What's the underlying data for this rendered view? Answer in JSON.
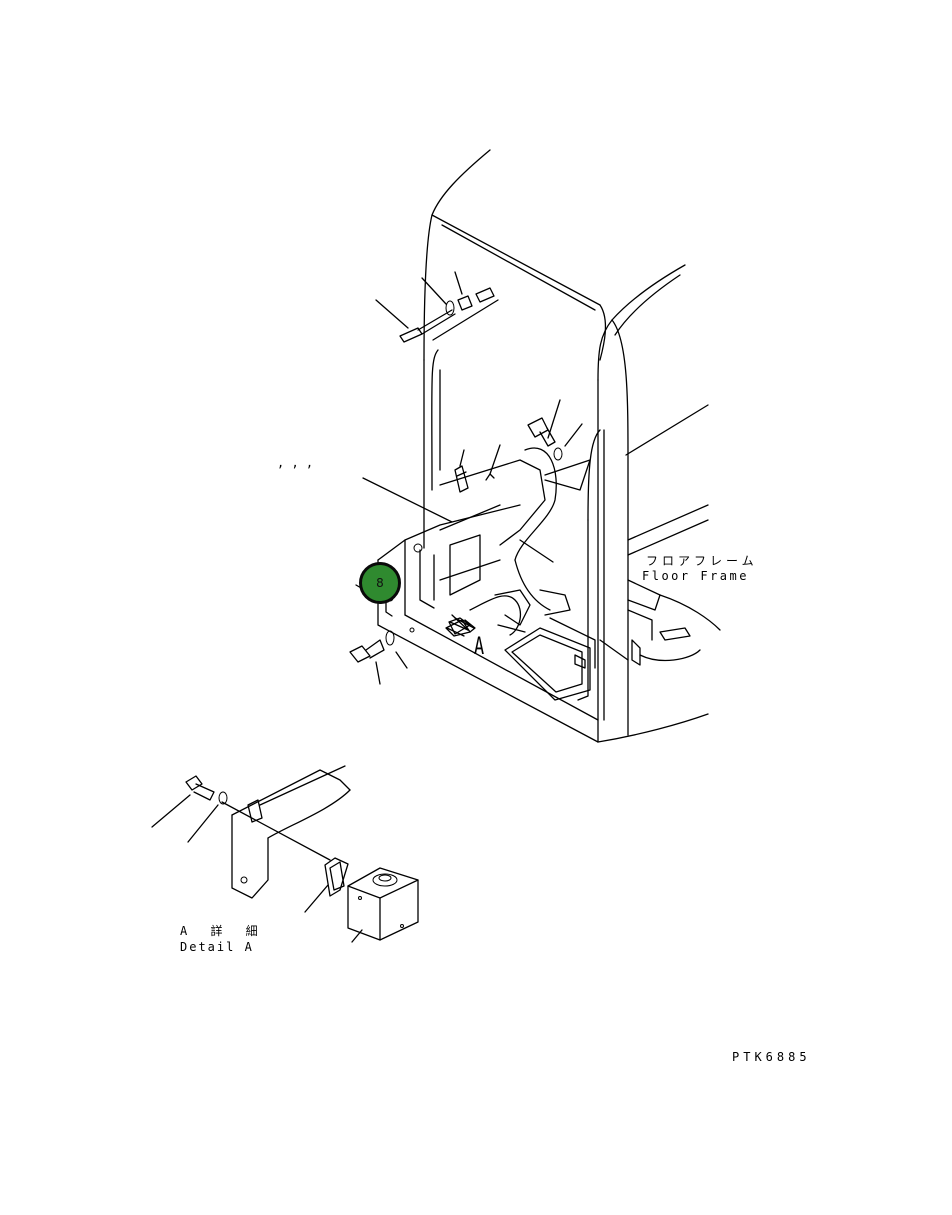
{
  "labels": {
    "floor_frame_jp": "フロアフレーム",
    "floor_frame_en": "Floor Frame",
    "view_letter": "A",
    "detail_jp": "A 詳 細",
    "detail_en": "Detail A",
    "drawing_code": "PTK6885",
    "commas": ",    ,    ,"
  },
  "callout": {
    "number": "8",
    "color": "#2f8a2f"
  }
}
